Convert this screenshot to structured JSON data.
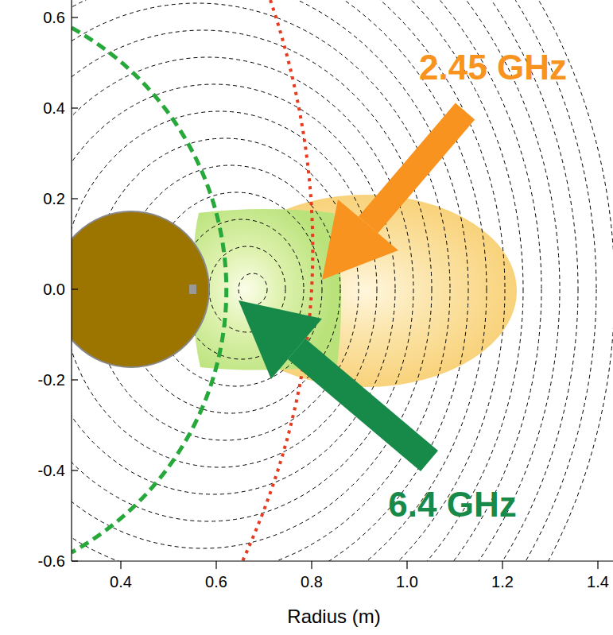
{
  "diagram": {
    "labels": [
      "2.45 GHz",
      "6.4 GHz",
      "0.6",
      "0.4",
      "0.2",
      "0.0",
      "-0.2",
      "-0.4",
      "-0.6",
      "0.4",
      "0.6",
      "0.8",
      "1.0",
      "1.2",
      "1.4",
      "Radius (m)"
    ]
  }
}
